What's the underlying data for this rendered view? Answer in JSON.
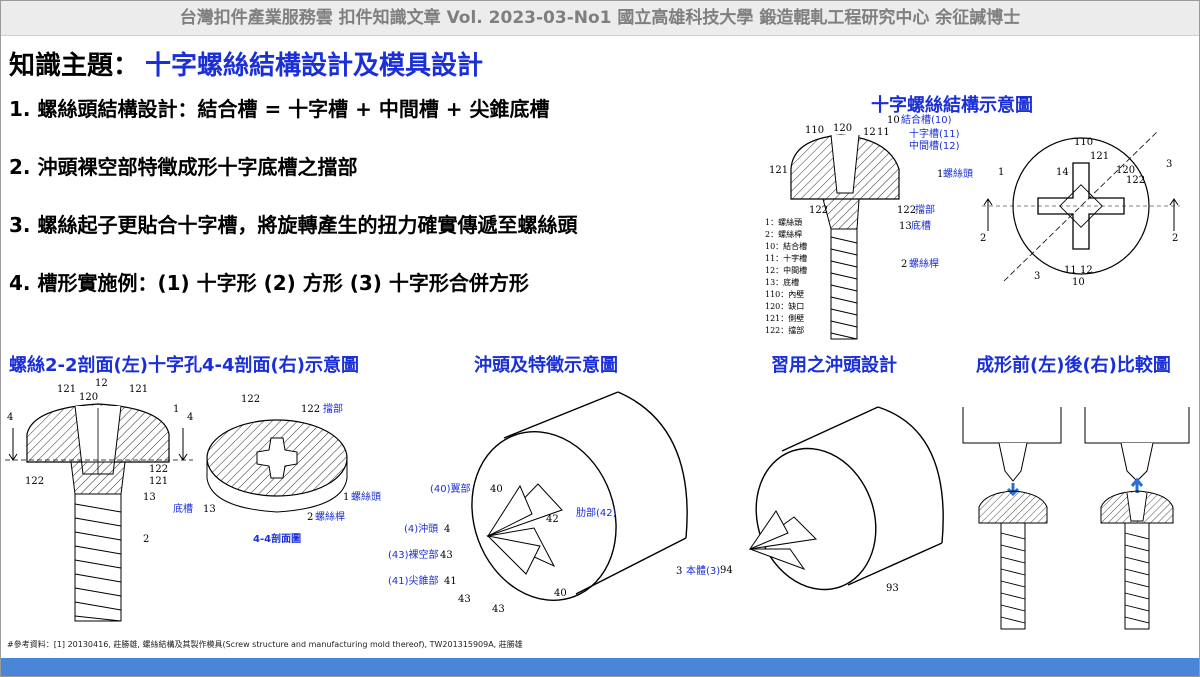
{
  "header": "台灣扣件產業服務雲  扣件知識文章  Vol. 2023-03-No1  國立高雄科技大學  鍛造輥軋工程研究中心  余征諴博士",
  "title": {
    "label": "知識主題：",
    "value": "十字螺絲結構設計及模具設計"
  },
  "points": [
    "1. 螺絲頭結構設計：結合槽 = 十字槽 + 中間槽 + 尖錐底槽",
    "2. 沖頭裸空部特徵成形十字底槽之擋部",
    "3. 螺絲起子更貼合十字槽，將旋轉產生的扭力確實傳遞至螺絲頭",
    "4. 槽形實施例：(1) 十字形 (2) 方形 (3) 十字形合併方形"
  ],
  "captions": {
    "structure": "十字螺絲結構示意圖",
    "section": "螺絲2-2剖面(左)十字孔4-4剖面(右)示意圖",
    "punch": "沖頭及特徵示意圖",
    "conventional": "習用之沖頭設計",
    "compare": "成形前(左)後(右)比較圖"
  },
  "fig1": {
    "nums": [
      "110",
      "120",
      "12",
      "11",
      "10",
      "121",
      "122",
      "122",
      "13",
      "2",
      "1"
    ],
    "blue": [
      "結合槽(10)",
      "十字槽(11)",
      "中間槽(12)",
      "螺絲頭",
      "擋部",
      "底槽",
      "螺絲桿"
    ],
    "legend": [
      "1：螺絲頭",
      "2：螺絲桿",
      "10：結合槽",
      "11：十字槽",
      "12：中間槽",
      "13：底槽",
      "110：內壁",
      "120：缺口",
      "121：側壁",
      "122：擋部"
    ]
  },
  "fig2": {
    "nums": [
      "110",
      "121",
      "120",
      "122",
      "14",
      "1",
      "2",
      "2",
      "3",
      "3",
      "11",
      "12",
      "10"
    ]
  },
  "fig3": {
    "nums": [
      "121",
      "120",
      "12",
      "121",
      "1",
      "4",
      "4",
      "122",
      "121",
      "122",
      "13",
      "2"
    ]
  },
  "fig4": {
    "nums": [
      "122",
      "122",
      "13",
      "1",
      "2"
    ],
    "blue": [
      "擋部",
      "底槽",
      "螺絲頭",
      "螺絲桿",
      "4-4剖面圖"
    ]
  },
  "fig5": {
    "nums": [
      "40",
      "42",
      "4",
      "43",
      "41",
      "43",
      "43",
      "40",
      "3"
    ],
    "blue": [
      "(40)翼部",
      "肋部(42)",
      "(4)沖頭",
      "(43)裸空部",
      "(41)尖錐部",
      "本體(3)"
    ]
  },
  "fig6": {
    "nums": [
      "94",
      "93"
    ]
  },
  "reference": "#參考資料：[1] 20130416, 莊勝雄, 螺絲結構及其製作模具(Screw structure and manufacturing mold thereof), TW201315909A, 莊勝雄"
}
